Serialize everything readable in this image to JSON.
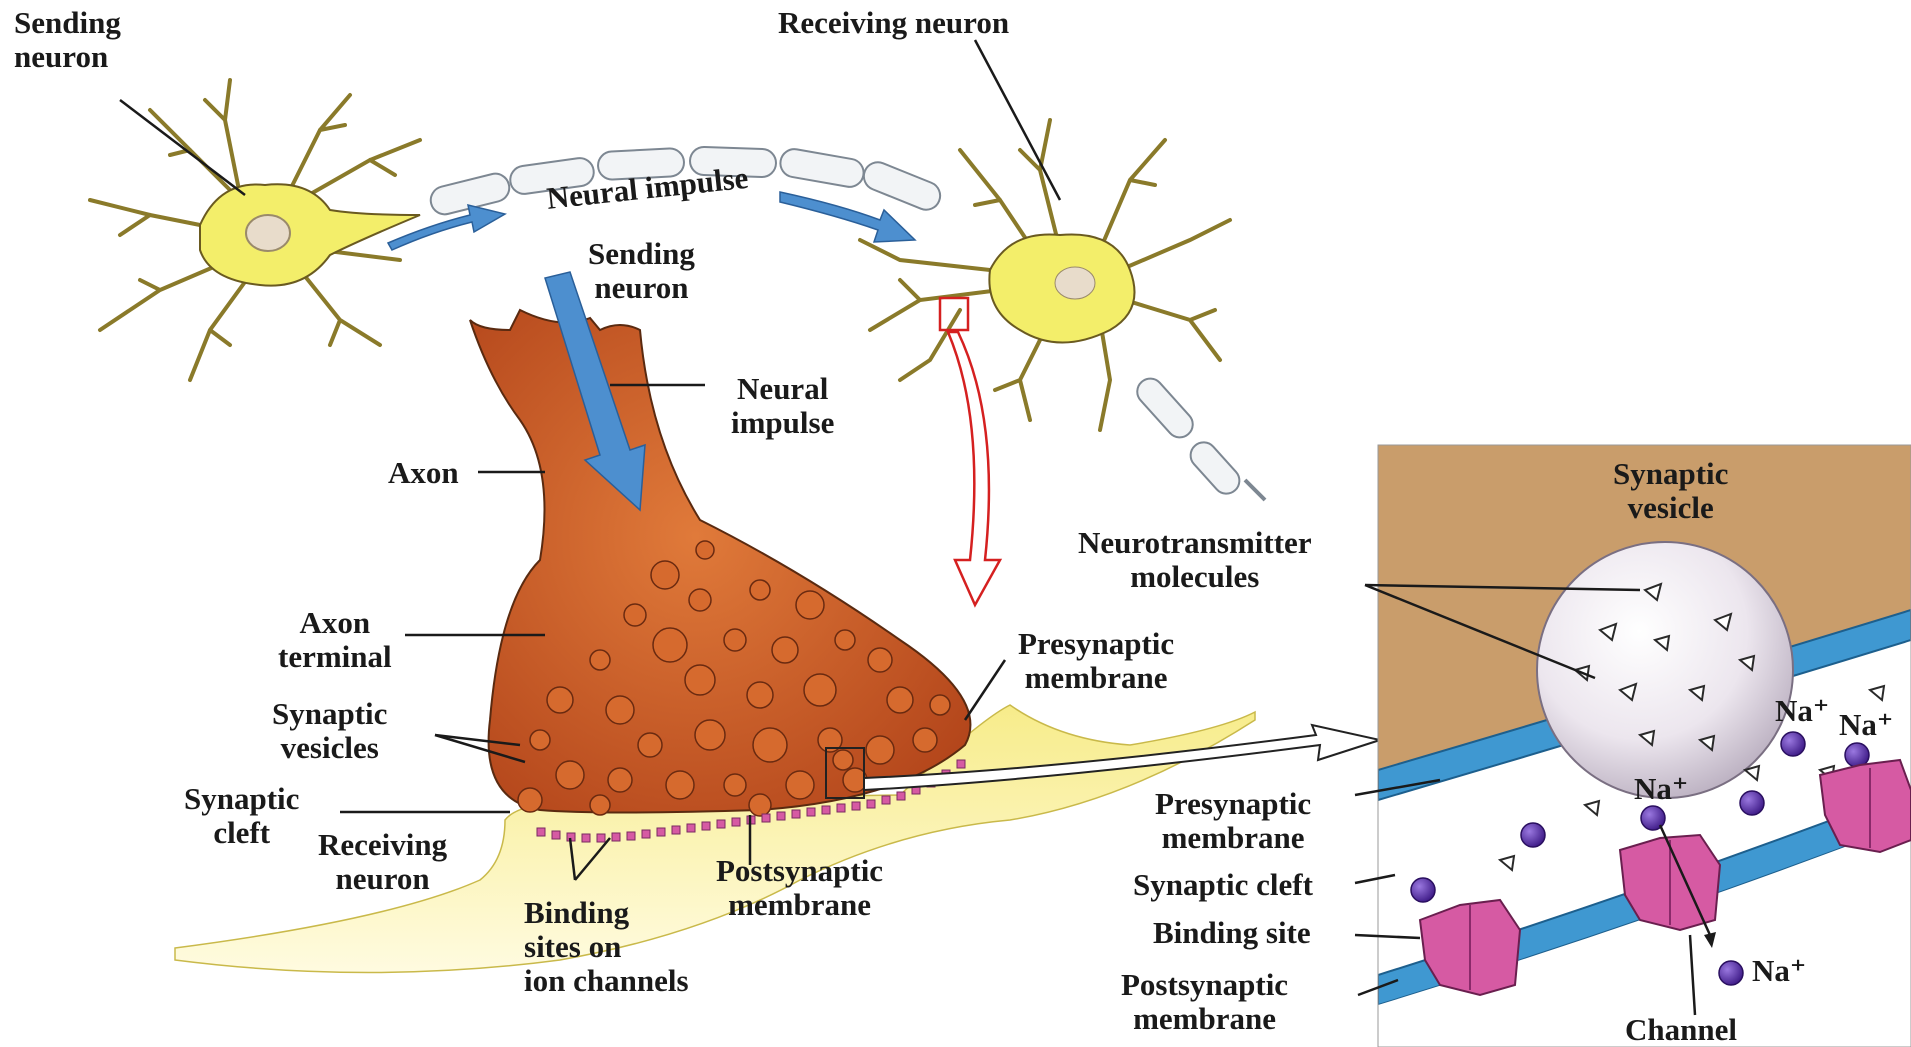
{
  "labels": {
    "sending_neuron_top": "Sending\nneuron",
    "receiving_neuron_top": "Receiving neuron",
    "neural_impulse_arc": "Neural impulse",
    "sending_neuron_mid": "Sending\nneuron",
    "neural_impulse_mid": "Neural\nimpulse",
    "axon": "Axon",
    "axon_terminal": "Axon\nterminal",
    "synaptic_vesicles": "Synaptic\nvesicles",
    "synaptic_cleft_left": "Synaptic\ncleft",
    "receiving_neuron_mid": "Receiving\nneuron",
    "binding_sites": "Binding\nsites on\nion channels",
    "postsynaptic_membrane_mid": "Postsynaptic\nmembrane",
    "presynaptic_membrane_mid": "Presynaptic\nmembrane",
    "synaptic_vesicle_inset": "Synaptic\nvesicle",
    "neurotransmitter_molecules": "Neurotransmitter\nmolecules",
    "presynaptic_membrane_inset": "Presynaptic\nmembrane",
    "synaptic_cleft_inset": "Synaptic cleft",
    "binding_site_inset": "Binding site",
    "postsynaptic_membrane_inset": "Postsynaptic\nmembrane",
    "channel": "Channel",
    "na_1": "Na⁺",
    "na_2": "Na⁺",
    "na_3": "Na⁺",
    "na_4": "Na⁺"
  },
  "colors": {
    "neuron_body": "#f3ee6a",
    "axon_terminal": "#c9561d",
    "postsynaptic_region": "#fbf3a6",
    "impulse_arrow": "#4d8fcf",
    "myelin": "#f2f4f6",
    "inset_top": "#c99d6b",
    "membrane_blue": "#3f98d1",
    "channel_pink": "#d65aa3",
    "ion_purple": "#5a2fa6",
    "zoom_box_red": "#d52020"
  },
  "icons": [
    "sending-neuron-icon",
    "receiving-neuron-icon",
    "axon-terminal-icon",
    "synaptic-vesicle-icon",
    "ion-channel-icon",
    "sodium-ion-icon"
  ]
}
